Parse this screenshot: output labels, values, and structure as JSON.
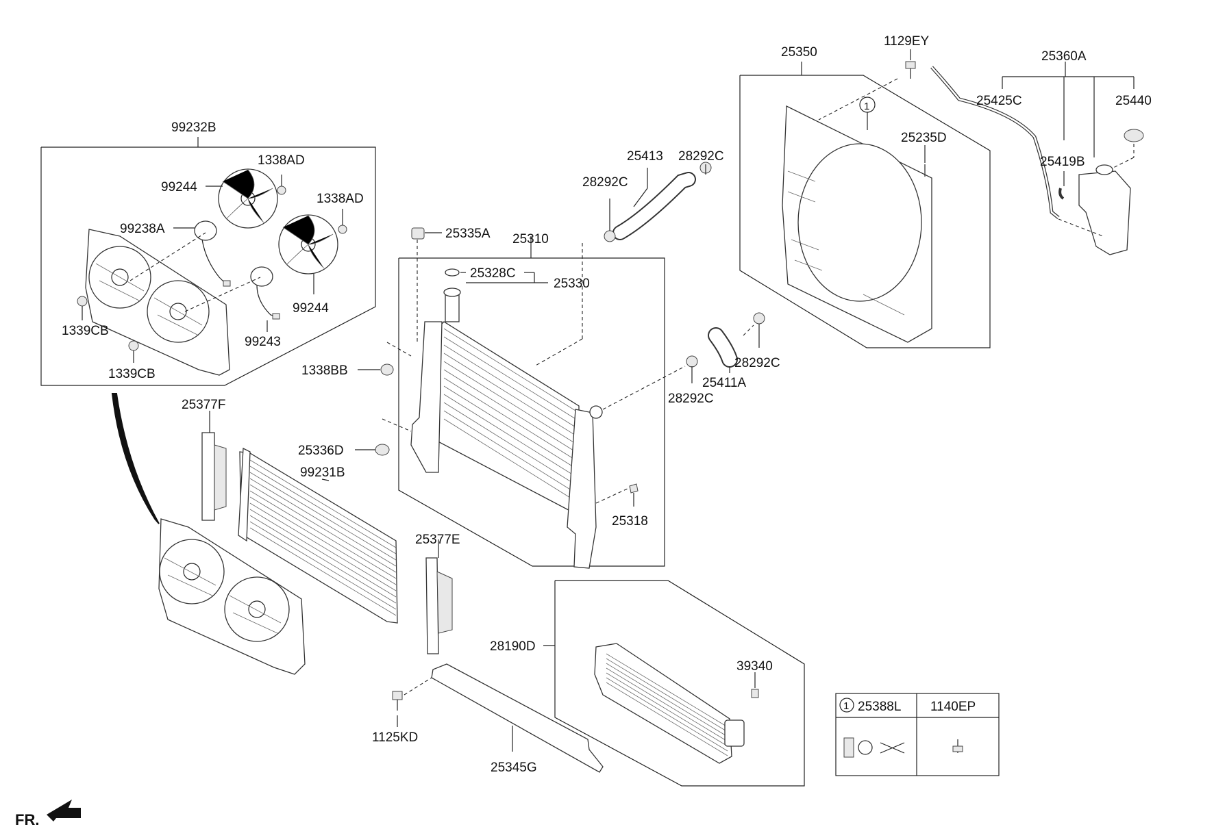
{
  "labels": {
    "p99232B": "99232B",
    "p1338AD_a": "1338AD",
    "p99244_a": "99244",
    "p1338AD_b": "1338AD",
    "p99238A": "99238A",
    "p99244_b": "99244",
    "p1339CB_a": "1339CB",
    "p99243": "99243",
    "p1339CB_b": "1339CB",
    "p25377F": "25377F",
    "p25336D": "25336D",
    "p99231B": "99231B",
    "p1338BB": "1338BB",
    "p25335A": "25335A",
    "p25310": "25310",
    "p25328C": "25328C",
    "p25330": "25330",
    "p25413": "25413",
    "p28292C_a": "28292C",
    "p28292C_b": "28292C",
    "p28292C_c": "28292C",
    "p28292C_d": "28292C",
    "p25411A": "25411A",
    "p25318": "25318",
    "p25377E": "25377E",
    "p28190D": "28190D",
    "p39340": "39340",
    "p1125KD": "1125KD",
    "p25345G": "25345G",
    "p25350": "25350",
    "p1129EY": "1129EY",
    "p25235D": "25235D",
    "p25360A": "25360A",
    "p25425C": "25425C",
    "p25440": "25440",
    "p25419B": "25419B",
    "callout": "1"
  },
  "legend": {
    "col1_num": "1",
    "col1": "25388L",
    "col2": "1140EP"
  },
  "direction": "FR."
}
